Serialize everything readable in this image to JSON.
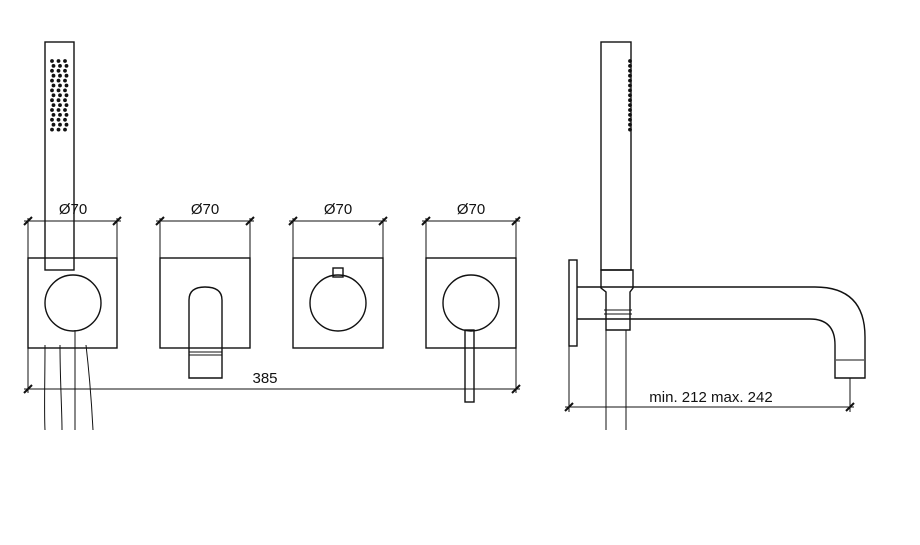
{
  "front_view": {
    "diameter_labels": [
      "Ø70",
      "Ø70",
      "Ø70",
      "Ø70"
    ],
    "total_width_label": "385"
  },
  "side_view": {
    "projection_label": "min. 212 max. 242"
  }
}
